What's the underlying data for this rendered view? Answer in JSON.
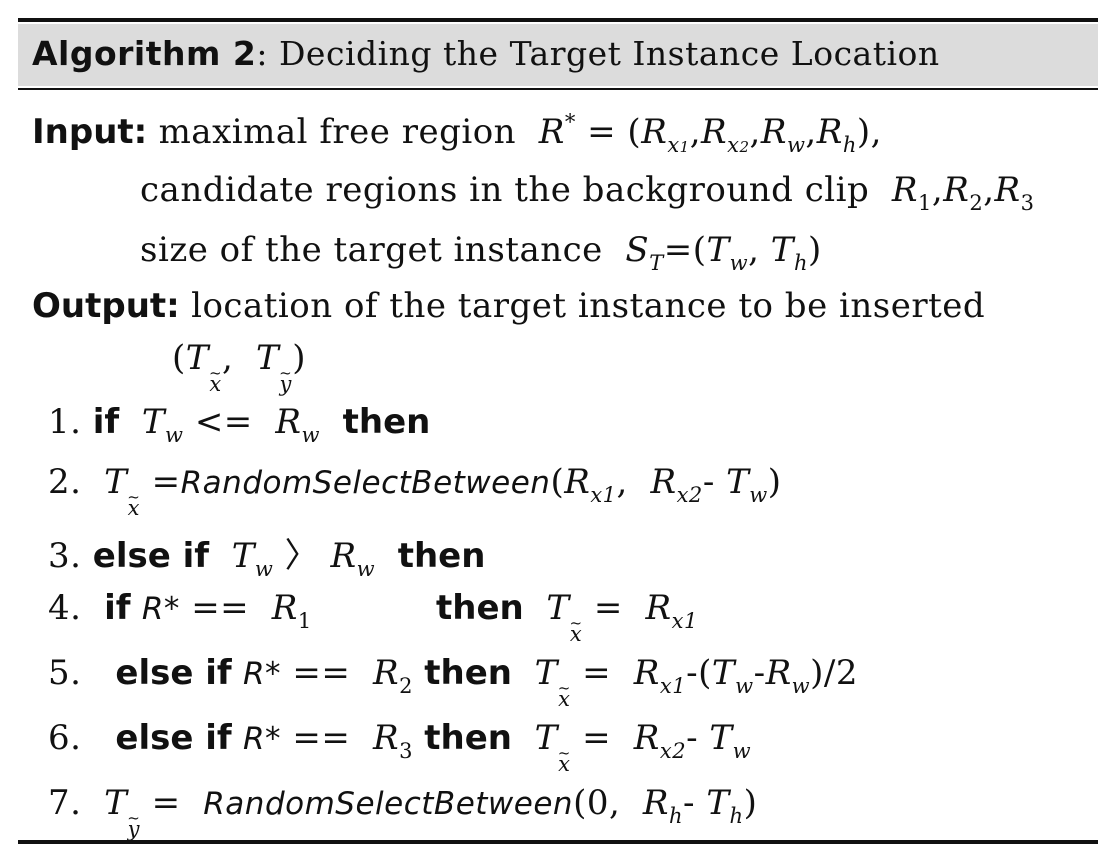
{
  "title": {
    "label": "Algorithm 2",
    "colon": ":",
    "text": "Deciding the Target Instance Location"
  },
  "input": {
    "label": "Input:",
    "line1_text": "maximal free region",
    "line2_text": "candidate regions in the background clip",
    "line3_text": "size of the target instance"
  },
  "output": {
    "label": "Output:",
    "line1_text": "location of the target instance to be inserted"
  },
  "keywords": {
    "if": "if",
    "then": "then",
    "else_if": "else if"
  },
  "fn_random": "RandomSelectBetween",
  "steps": [
    "1.",
    "2.",
    "3.",
    "4.",
    "5.",
    "6.",
    "7."
  ]
}
